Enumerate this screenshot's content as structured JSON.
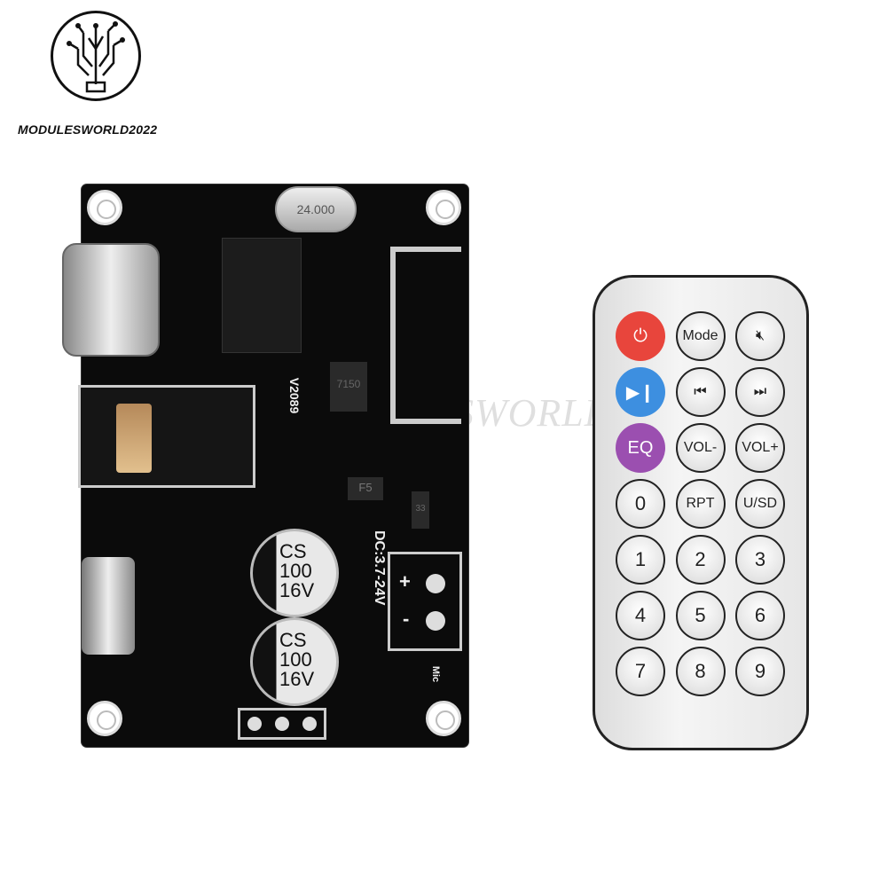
{
  "brand": {
    "name": "MODULESWORLD2022",
    "watermark": "SWORLD2022"
  },
  "board": {
    "crystal": "24.000",
    "version": "V2089",
    "regulator": "7150",
    "fuse": "F5",
    "diode": "33",
    "capacitor": {
      "line1": "CS",
      "line2": "100",
      "line3": "16V"
    },
    "power_label": "DC:3.7-24V",
    "plus": "+",
    "minus": "-",
    "mic_label": "Mic"
  },
  "remote": {
    "colors": {
      "power": "#e8453c",
      "play": "#3d8fe0",
      "eq": "#9b4fb0"
    },
    "buttons": [
      {
        "label": "",
        "icon": "power-icon"
      },
      {
        "label": "Mode"
      },
      {
        "label": "",
        "icon": "mute-icon"
      },
      {
        "label": "",
        "icon": "play-pause-icon"
      },
      {
        "label": "",
        "icon": "previous-icon"
      },
      {
        "label": "",
        "icon": "next-icon"
      },
      {
        "label": "EQ"
      },
      {
        "label": "VOL-"
      },
      {
        "label": "VOL+"
      },
      {
        "label": "0"
      },
      {
        "label": "RPT"
      },
      {
        "label": "U/SD"
      },
      {
        "label": "1"
      },
      {
        "label": "2"
      },
      {
        "label": "3"
      },
      {
        "label": "4"
      },
      {
        "label": "5"
      },
      {
        "label": "6"
      },
      {
        "label": "7"
      },
      {
        "label": "8"
      },
      {
        "label": "9"
      }
    ]
  }
}
